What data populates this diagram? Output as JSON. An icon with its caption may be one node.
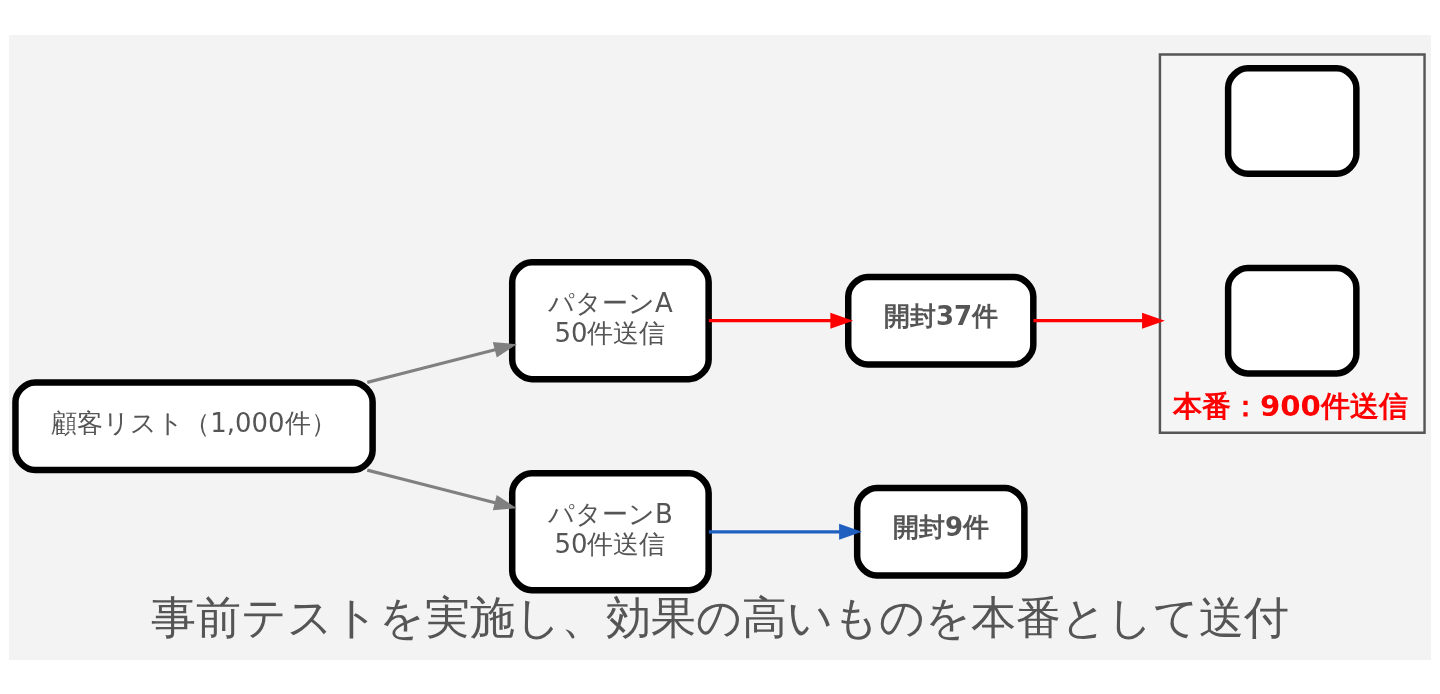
{
  "diagram": {
    "caption": "事前テストを実施し、効果の高いものを本番として送付",
    "nodes": [
      {
        "text": [
          "顧客リスト（1,000件）"
        ]
      },
      {
        "text": [
          "パターンA",
          "50件送信"
        ]
      },
      {
        "text": [
          "開封37件"
        ]
      },
      {
        "text": [
          "パターンB",
          "50件送信"
        ]
      },
      {
        "text": [
          "開封9件"
        ]
      },
      {
        "text": [
          "本番：900件送信"
        ]
      },
      {
        "text": [],
        "shape": "box",
        "in": 5
      },
      {
        "text": [],
        "shape": "box",
        "in": 5
      }
    ],
    "edges": [
      {
        "from": 0,
        "to": 1,
        "arrow": "to",
        "color": "#808080"
      },
      {
        "from": 0,
        "to": 3,
        "arrow": "to",
        "color": "#808080"
      },
      {
        "from": 1,
        "to": 2,
        "arrow": "to",
        "color": "#ff0000"
      },
      {
        "from": 3,
        "to": 4,
        "arrow": "to",
        "color": "#1f5fbf"
      },
      {
        "from": 2,
        "to": 5,
        "arrow": "to",
        "color": "#ff0000"
      }
    ]
  }
}
